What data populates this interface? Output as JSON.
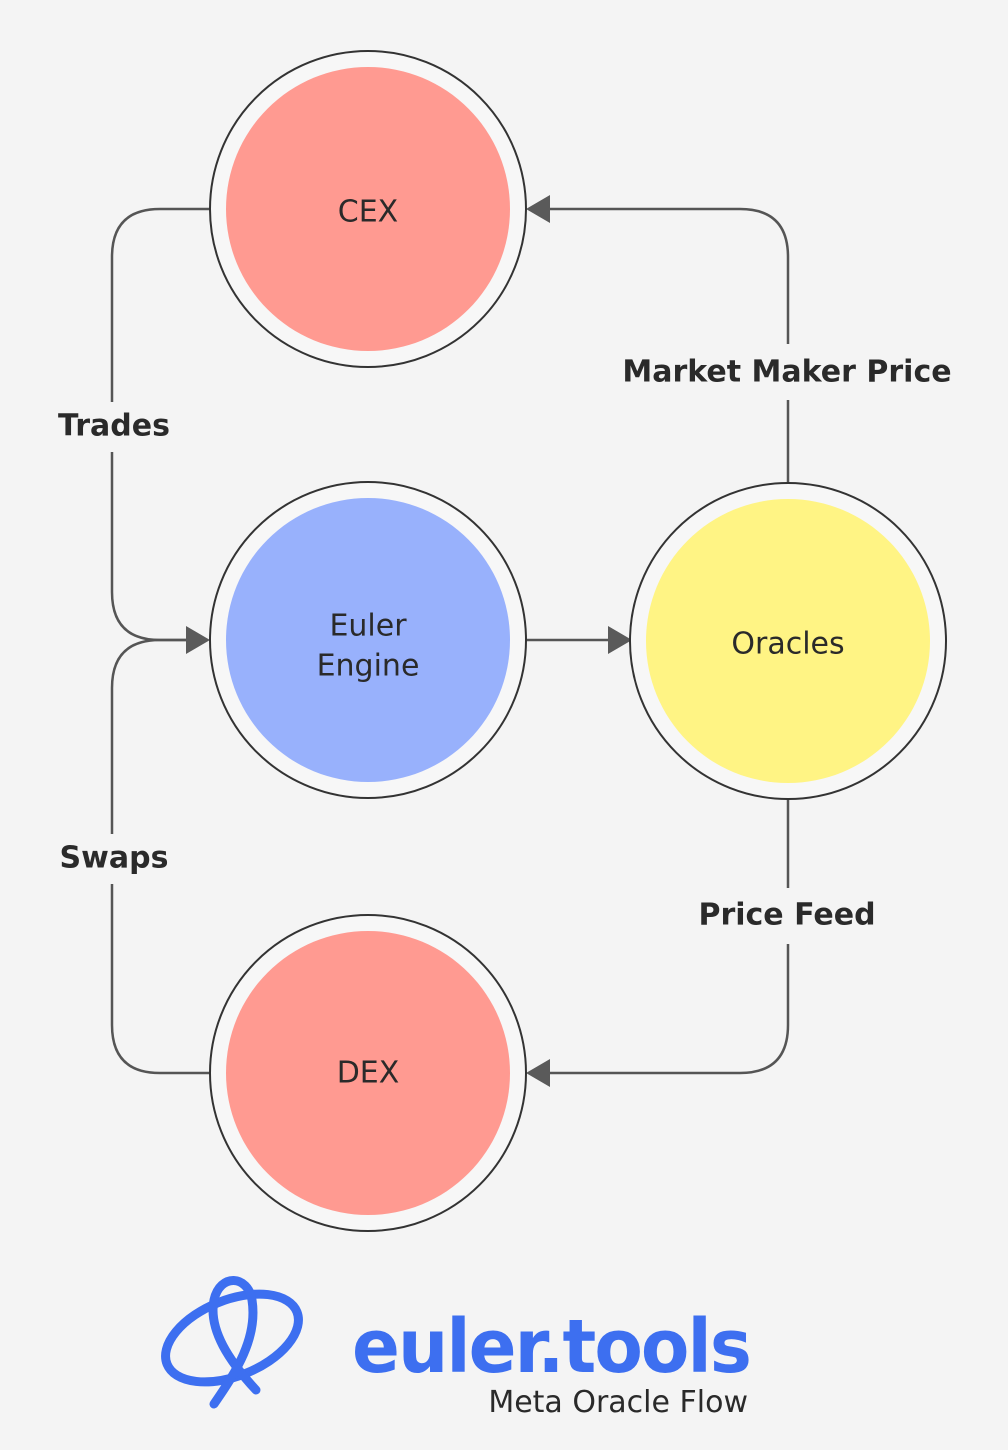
{
  "nodes": {
    "cex": {
      "label": "CEX",
      "fill": "#ff9a91"
    },
    "euler_engine": {
      "label_line1": "Euler",
      "label_line2": "Engine",
      "fill": "#98b1fc"
    },
    "oracles": {
      "label": "Oracles",
      "fill": "#fff484"
    },
    "dex": {
      "label": "DEX",
      "fill": "#ff9a91"
    }
  },
  "edges": {
    "trades": "Trades",
    "swaps": "Swaps",
    "market_maker_price": "Market Maker Price",
    "price_feed": "Price Feed"
  },
  "brand": {
    "name": "euler.tools",
    "subtitle": "Meta Oracle Flow",
    "accent": "#3d6ff0",
    "logo_icon": "euler-logo-icon"
  }
}
